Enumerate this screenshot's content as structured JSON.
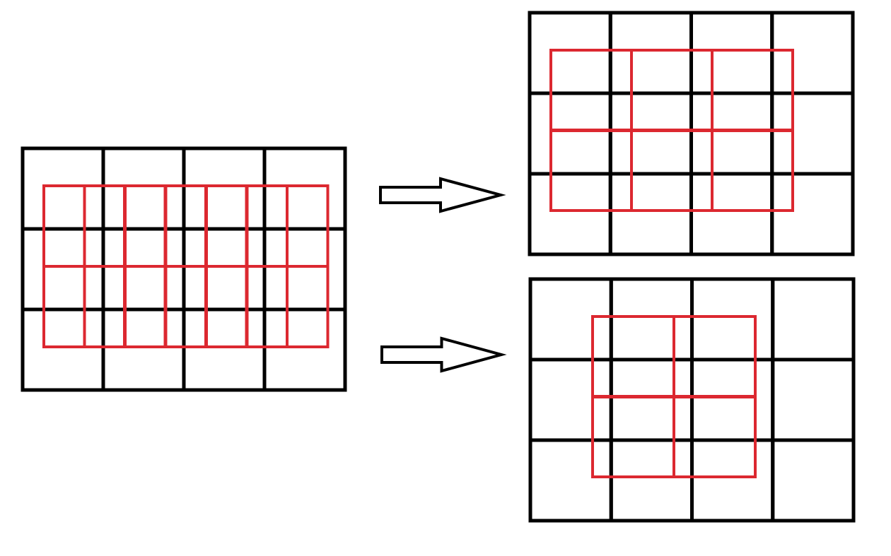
{
  "colors": {
    "background": "#ffffff",
    "grid": "#000000",
    "window": "#dc2830",
    "arrow": "#000000"
  },
  "panels": [
    {
      "id": "source",
      "grid": {
        "rows": 3,
        "cols": 4
      },
      "windows": {
        "rows": 2,
        "cols": 6
      }
    },
    {
      "id": "result-top",
      "grid": {
        "rows": 3,
        "cols": 4
      },
      "windows": {
        "rows": 2,
        "cols": 3
      }
    },
    {
      "id": "result-bottom",
      "grid": {
        "rows": 3,
        "cols": 4
      },
      "windows": {
        "rows": 2,
        "cols": 2
      }
    }
  ],
  "arrows": [
    {
      "from": "source",
      "to": "result-top",
      "icon": "right-arrow-icon"
    },
    {
      "from": "source",
      "to": "result-bottom",
      "icon": "right-arrow-icon"
    }
  ]
}
